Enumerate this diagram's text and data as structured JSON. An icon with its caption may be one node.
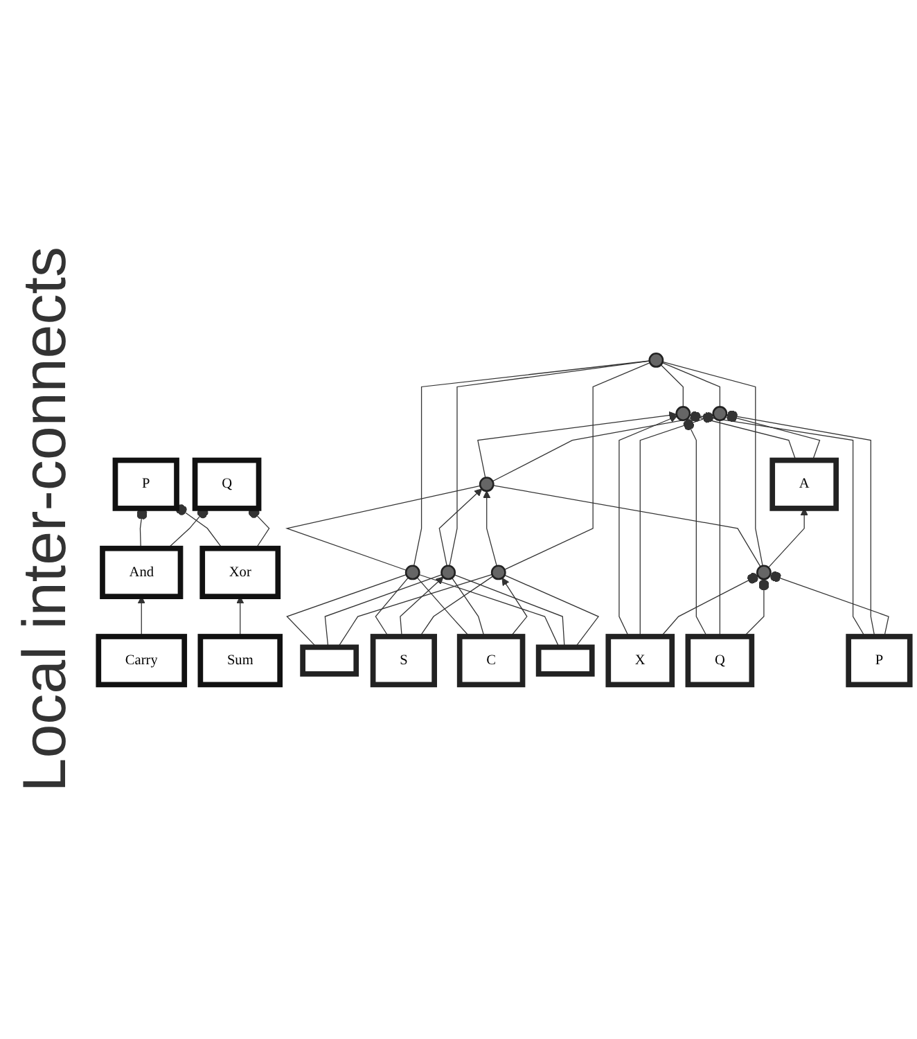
{
  "diagram": {
    "nodes": [
      {
        "text": [
          "P"
        ]
      },
      {
        "text": [
          "Q"
        ]
      },
      {
        "text": [
          "And"
        ]
      },
      {
        "text": [
          "Xor"
        ]
      },
      {
        "text": [
          "Carry"
        ]
      },
      {
        "text": [
          "Sum"
        ]
      },
      {
        "text": [],
        "shape": "circle"
      },
      {
        "text": [],
        "shape": "circle"
      },
      {
        "text": [],
        "shape": "circle"
      },
      {
        "text": [],
        "shape": "circle"
      },
      {
        "text": [],
        "shape": "circle"
      },
      {
        "text": [],
        "shape": "circle"
      },
      {
        "text": [],
        "shape": "circle"
      },
      {
        "text": [],
        "shape": "circle"
      },
      {
        "text": [],
        "shape": "bar"
      },
      {
        "text": [
          "S"
        ]
      },
      {
        "text": [
          "C"
        ]
      },
      {
        "text": [],
        "shape": "bar"
      },
      {
        "text": [
          "A"
        ]
      },
      {
        "text": [
          "X"
        ]
      },
      {
        "text": [
          "Q"
        ]
      },
      {
        "text": [
          "P"
        ]
      }
    ],
    "edges": [
      {
        "from": 2,
        "to": 0,
        "arrow": "other"
      },
      {
        "from": 3,
        "to": 0,
        "arrow": "other"
      },
      {
        "from": 2,
        "to": 1,
        "arrow": "other"
      },
      {
        "from": 3,
        "to": 1,
        "arrow": "other"
      },
      {
        "from": 4,
        "to": 2,
        "arrow": "to"
      },
      {
        "from": 5,
        "to": 3,
        "arrow": "to"
      },
      {
        "from": 8,
        "to": 6,
        "arrow": "none"
      },
      {
        "from": 9,
        "to": 6,
        "arrow": "to"
      },
      {
        "from": 10,
        "to": 6,
        "arrow": "to"
      },
      {
        "from": 6,
        "to": 11,
        "arrow": "to"
      },
      {
        "from": 6,
        "to": 12,
        "arrow": "to"
      },
      {
        "from": 13,
        "to": 6,
        "arrow": "none"
      },
      {
        "from": 8,
        "to": 7,
        "arrow": "none"
      },
      {
        "from": 9,
        "to": 7,
        "arrow": "none"
      },
      {
        "from": 10,
        "to": 7,
        "arrow": "none"
      },
      {
        "from": 11,
        "to": 7,
        "arrow": "none"
      },
      {
        "from": 12,
        "to": 7,
        "arrow": "none"
      },
      {
        "from": 13,
        "to": 7,
        "arrow": "none"
      },
      {
        "from": 14,
        "to": 8,
        "arrow": "none"
      },
      {
        "from": 15,
        "to": 8,
        "arrow": "none"
      },
      {
        "from": 16,
        "to": 8,
        "arrow": "none"
      },
      {
        "from": 17,
        "to": 8,
        "arrow": "none"
      },
      {
        "from": 14,
        "to": 9,
        "arrow": "none"
      },
      {
        "from": 15,
        "to": 9,
        "arrow": "to"
      },
      {
        "from": 16,
        "to": 9,
        "arrow": "none"
      },
      {
        "from": 17,
        "to": 9,
        "arrow": "none"
      },
      {
        "from": 14,
        "to": 10,
        "arrow": "none"
      },
      {
        "from": 15,
        "to": 10,
        "arrow": "none"
      },
      {
        "from": 16,
        "to": 10,
        "arrow": "to"
      },
      {
        "from": 17,
        "to": 10,
        "arrow": "none"
      },
      {
        "from": 18,
        "to": 11,
        "arrow": "other"
      },
      {
        "from": 19,
        "to": 11,
        "arrow": "to"
      },
      {
        "from": 20,
        "to": 11,
        "arrow": "other"
      },
      {
        "from": 21,
        "to": 11,
        "arrow": "none"
      },
      {
        "from": 18,
        "to": 12,
        "arrow": "other"
      },
      {
        "from": 19,
        "to": 12,
        "arrow": "other"
      },
      {
        "from": 20,
        "to": 12,
        "arrow": "none"
      },
      {
        "from": 21,
        "to": 12,
        "arrow": "other"
      },
      {
        "from": 13,
        "to": 18,
        "arrow": "to"
      },
      {
        "from": 19,
        "to": 13,
        "arrow": "other"
      },
      {
        "from": 20,
        "to": 13,
        "arrow": "other"
      },
      {
        "from": 21,
        "to": 13,
        "arrow": "other"
      }
    ],
    "labels": [
      "Local inter-connects"
    ]
  }
}
